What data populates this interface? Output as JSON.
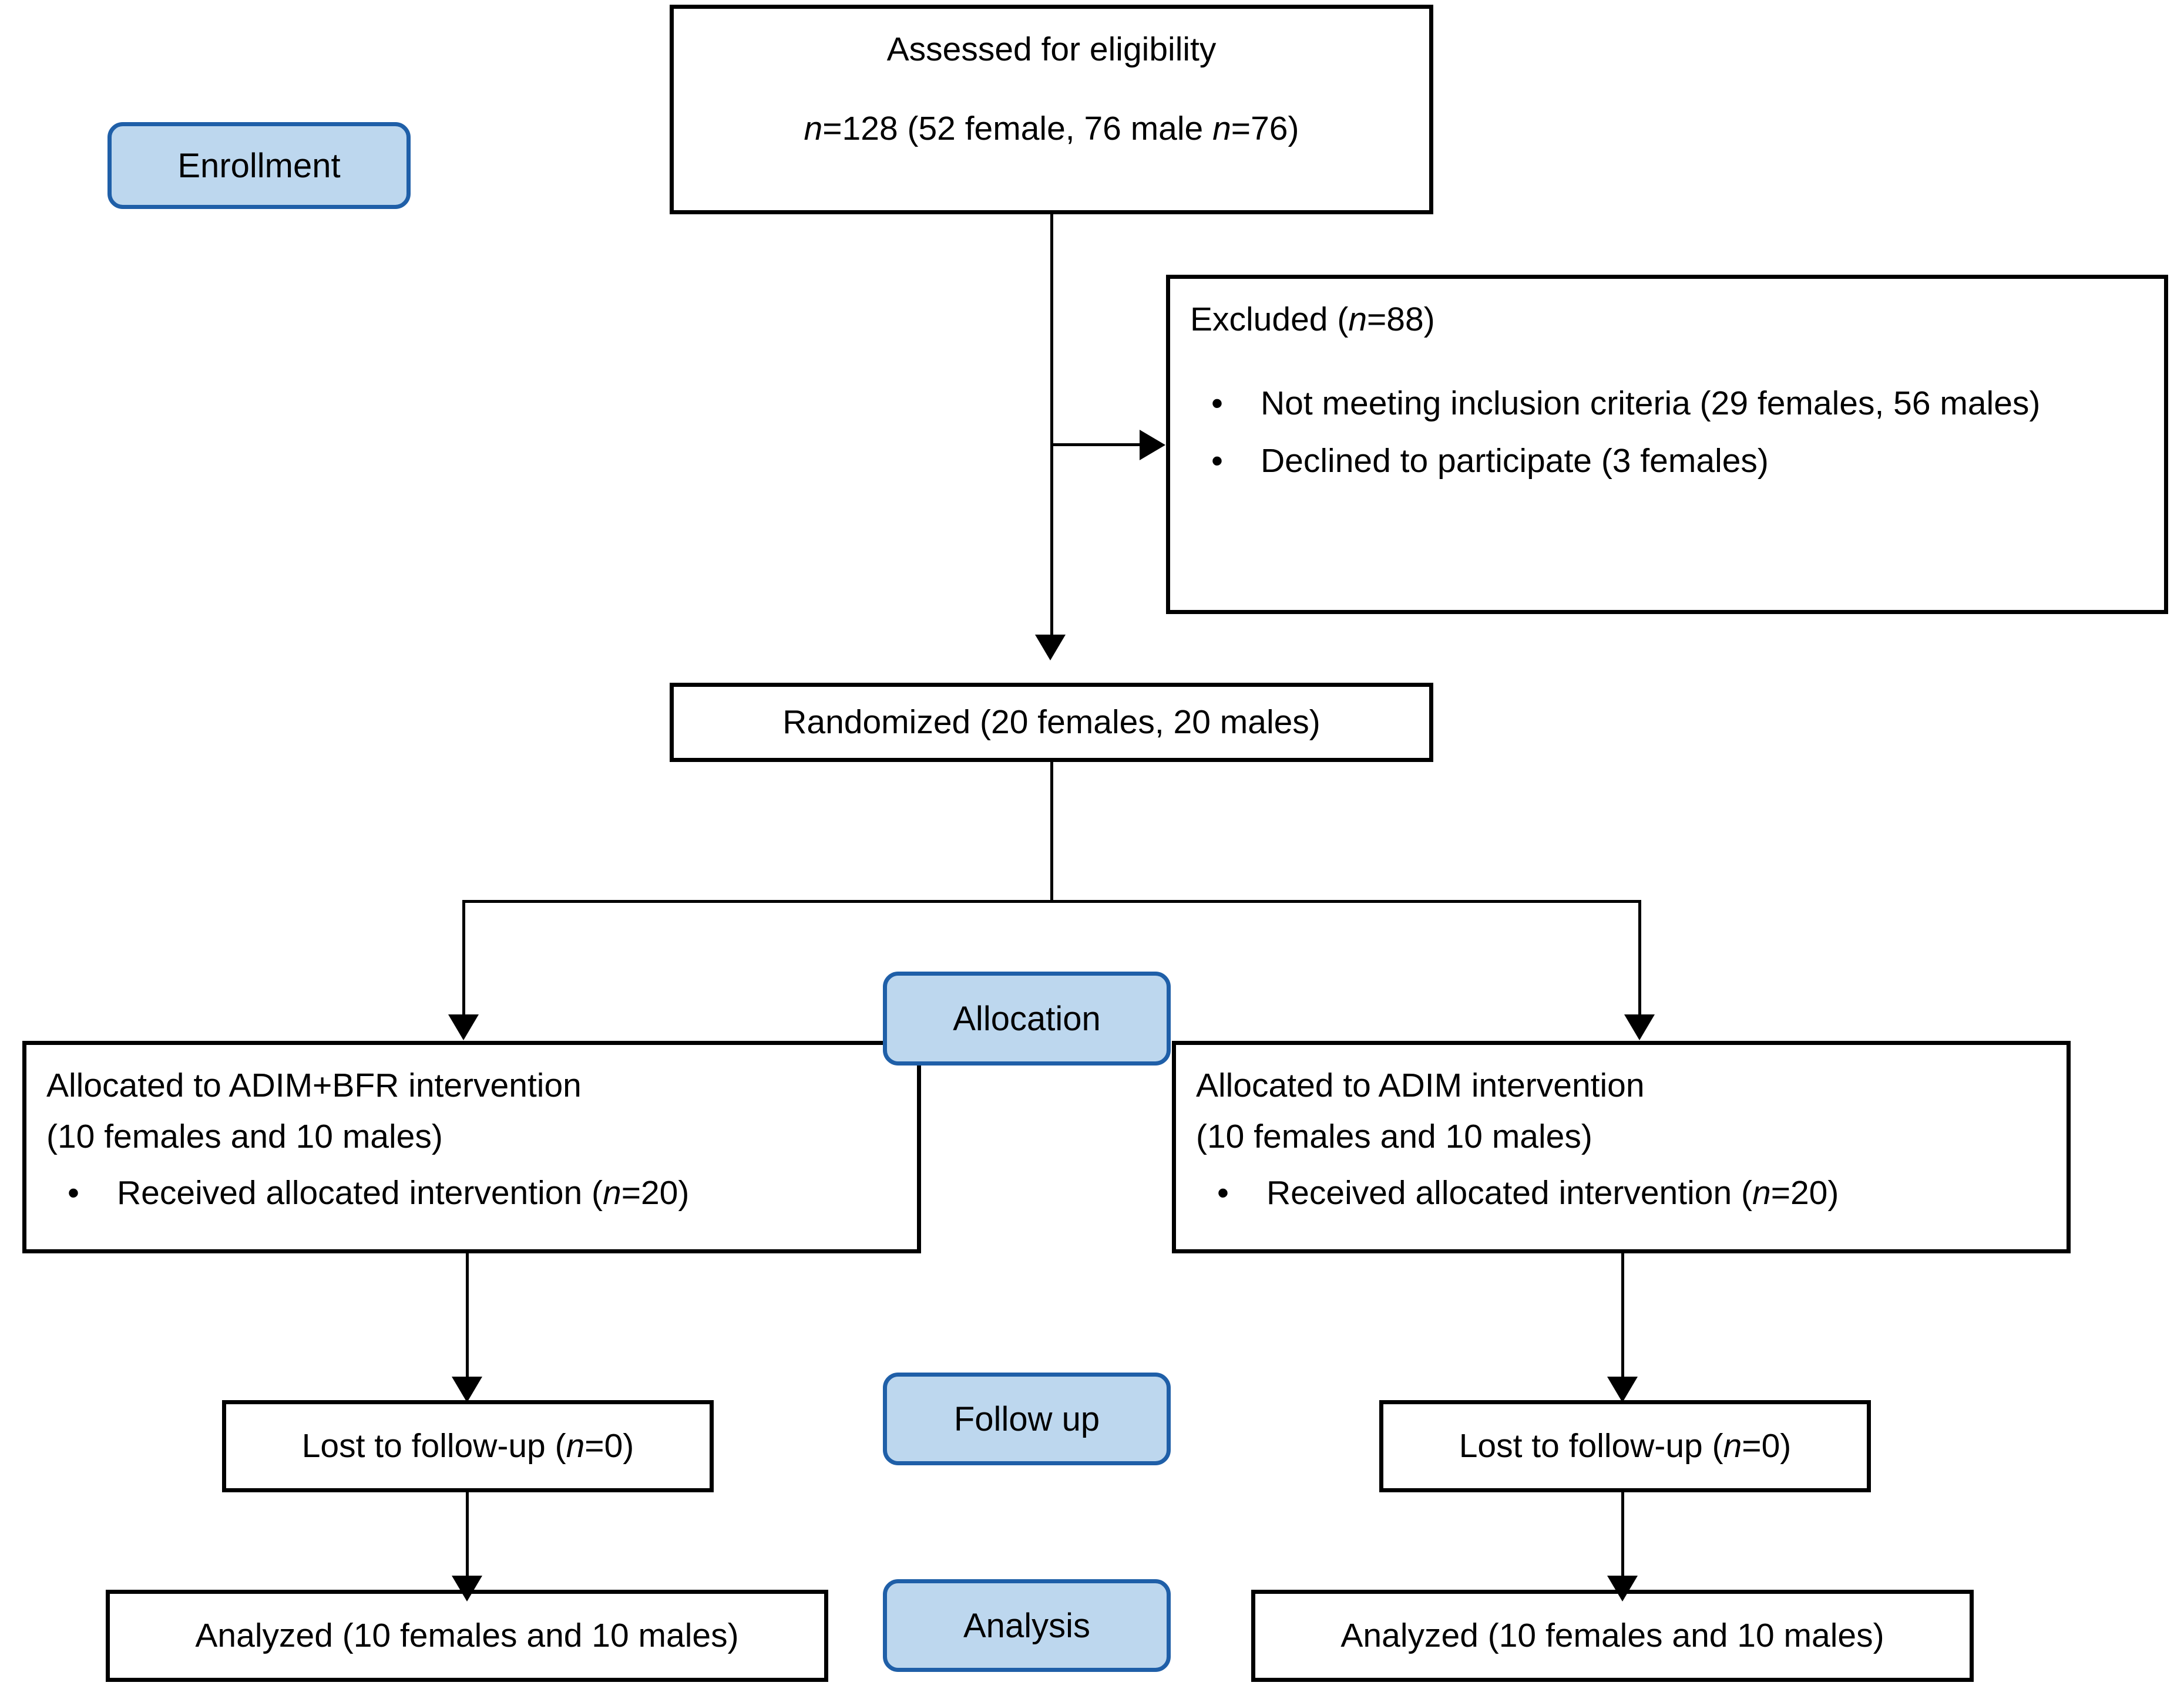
{
  "diagram": {
    "type": "consort-flow-diagram",
    "title": "CONSORT participant flow",
    "accent_blue_fill": "#bdd7ee",
    "accent_blue_border": "#1f5fa8",
    "box_border": "#000000",
    "background": "#ffffff"
  },
  "stages": {
    "enrollment": "Enrollment",
    "allocation": "Allocation",
    "follow_up": "Follow up",
    "analysis": "Analysis"
  },
  "enrollment": {
    "assessed_title": "Assessed for eligibility",
    "assessed_count": "n=128 (52 female, 76 male n=76)",
    "assessed_count_prefix_italic": "n",
    "excluded_title": "Excluded (n=88)",
    "excluded_reasons": [
      "Not meeting inclusion criteria (29 females, 56 males)",
      "Declined to participate (3 females)"
    ]
  },
  "randomization": {
    "label": "Randomized (20 females, 20 males)"
  },
  "arms": {
    "left": {
      "allocated_line1": "Allocated to ADIM+BFR intervention",
      "allocated_line2": "(10 females and 10 males)",
      "received": "Received allocated intervention (n=20)",
      "lost_to_followup": "Lost to follow-up (n=0)",
      "analyzed": "Analyzed (10 females and 10 males)"
    },
    "right": {
      "allocated_line1": "Allocated to ADIM intervention",
      "allocated_line2": "(10 females and 10 males)",
      "received": "Received allocated intervention (n=20)",
      "lost_to_followup": "Lost to follow-up (n=0)",
      "analyzed": "Analyzed (10 females and 10 males)"
    }
  },
  "counts": {
    "assessed_total": 128,
    "assessed_female": 52,
    "assessed_male": 76,
    "excluded_total": 88,
    "excluded_not_meeting_criteria_female": 29,
    "excluded_not_meeting_criteria_male": 56,
    "excluded_declined_female": 3,
    "randomized_female": 20,
    "randomized_male": 20,
    "left_arm_n": 20,
    "right_arm_n": 20,
    "left_lost": 0,
    "right_lost": 0,
    "left_analyzed_female": 10,
    "left_analyzed_male": 10,
    "right_analyzed_female": 10,
    "right_analyzed_male": 10
  }
}
